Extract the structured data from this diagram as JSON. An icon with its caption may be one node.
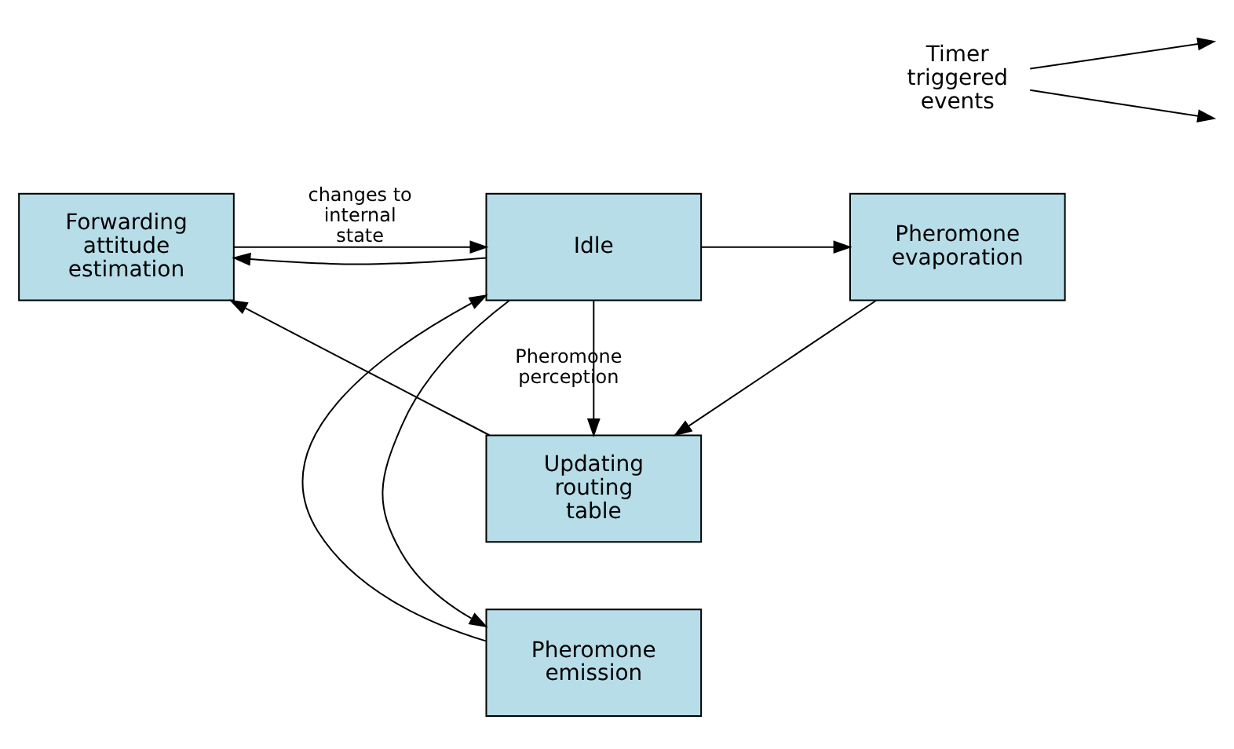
{
  "diagram": {
    "nodes": [
      {
        "text": [
          "Pheromone emission"
        ]
      },
      {
        "text": [
          "Timer triggered events"
        ]
      },
      {
        "text": [
          "Forwarding attitude estimation"
        ]
      },
      {
        "text": [
          "Idle"
        ]
      },
      {
        "text": [
          "Pheromone evaporation"
        ]
      },
      {
        "text": [
          "Updating routing table"
        ]
      }
    ],
    "edges": [
      {
        "from": 3,
        "to": 0,
        "arrow": "to"
      },
      {
        "from": 0,
        "to": 3,
        "arrow": "to"
      },
      {
        "from": 1,
        "to": null,
        "arrow": "to"
      },
      {
        "from": 1,
        "to": null,
        "arrow": "to"
      },
      {
        "from": 2,
        "to": 3,
        "arrow": "to",
        "label": "changes to internal state"
      },
      {
        "from": 3,
        "to": 2,
        "arrow": "to"
      },
      {
        "from": 3,
        "to": 4,
        "arrow": "to"
      },
      {
        "from": 3,
        "to": 5,
        "arrow": "to",
        "label": "Pheromone perception"
      },
      {
        "from": 4,
        "to": 5,
        "arrow": "to"
      },
      {
        "from": 5,
        "to": 2,
        "arrow": "to"
      }
    ]
  }
}
